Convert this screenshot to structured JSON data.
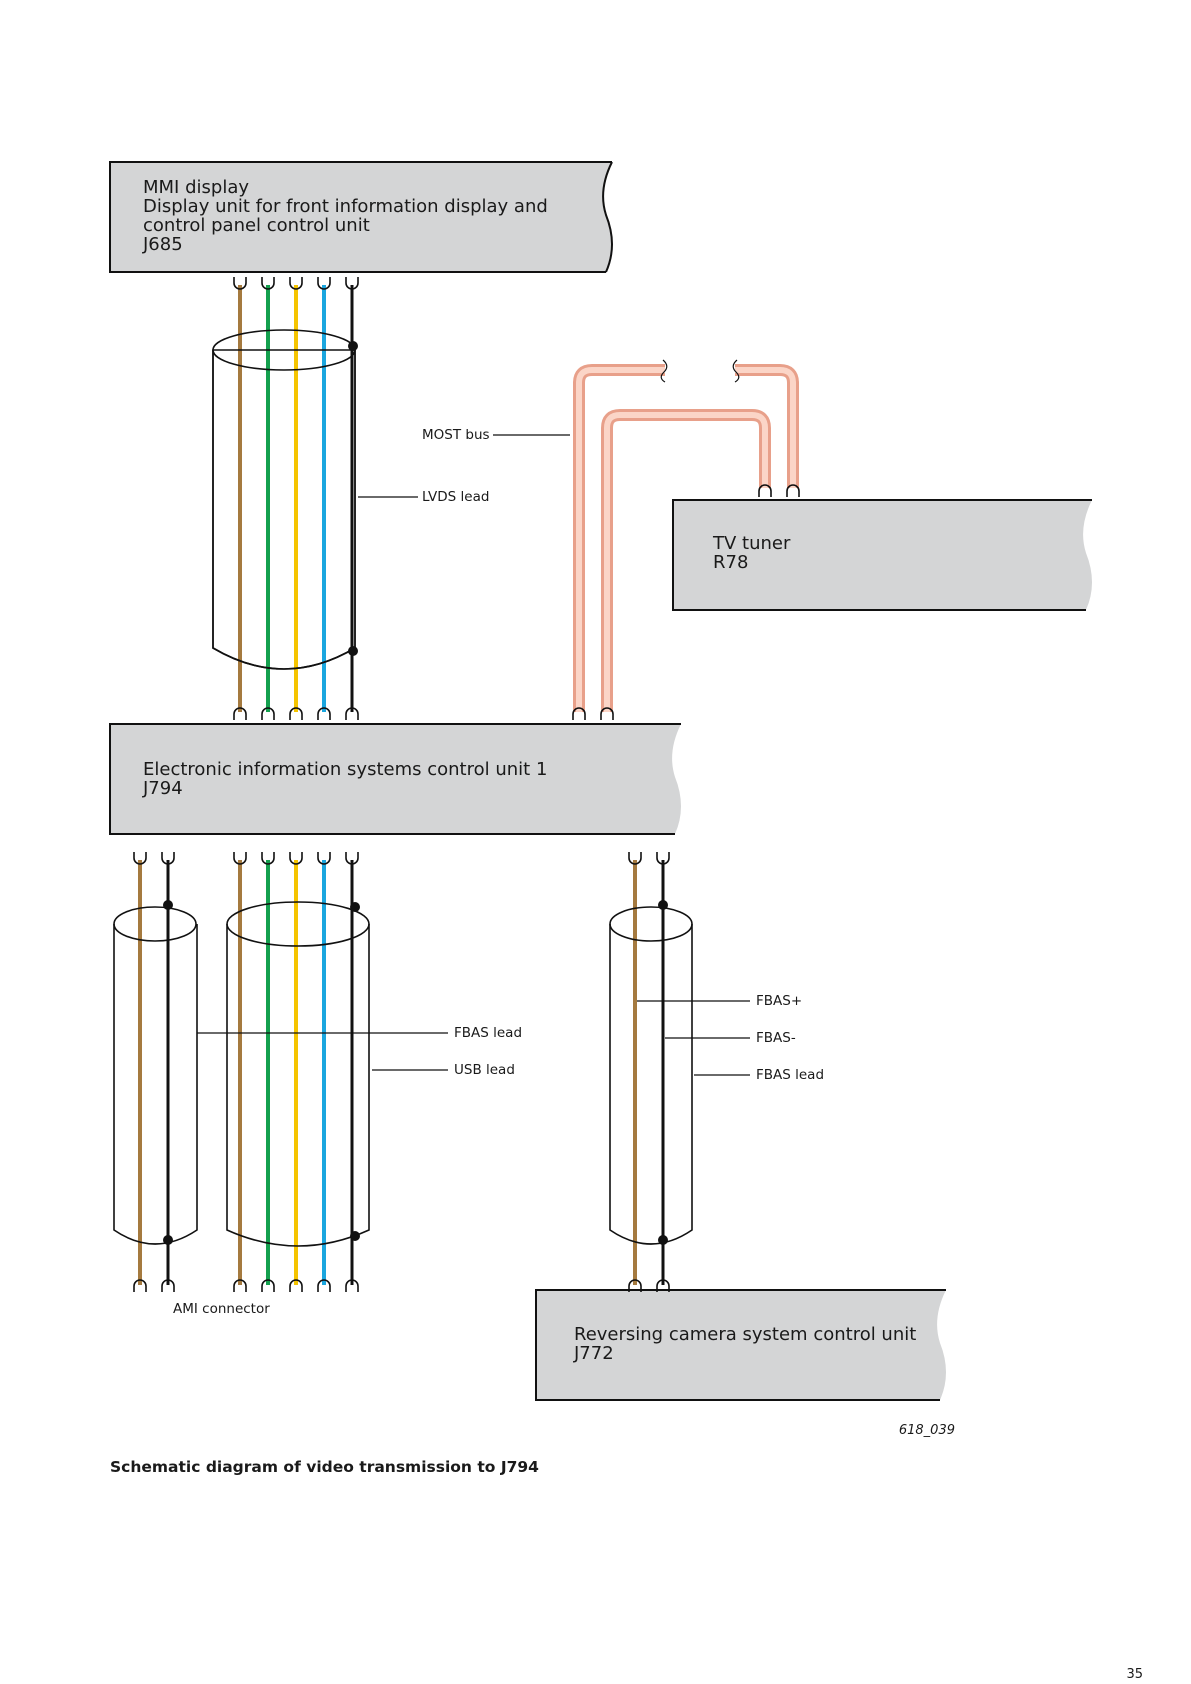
{
  "boxes": {
    "mmi": {
      "lines": [
        "MMI display",
        "Display unit for front information display and",
        "control panel control unit",
        "J685"
      ]
    },
    "j794": {
      "lines": [
        "Electronic information systems control unit 1",
        "J794"
      ]
    },
    "tv": {
      "lines": [
        "TV tuner",
        "R78"
      ]
    },
    "camera": {
      "lines": [
        "Reversing camera system control unit",
        "J772"
      ]
    }
  },
  "labels": {
    "most_bus": "MOST bus",
    "lvds_lead": "LVDS lead",
    "fbas_lead_left": "FBAS lead",
    "usb_lead": "USB lead",
    "fbas_plus": "FBAS+",
    "fbas_minus": "FBAS-",
    "fbas_lead_right": "FBAS lead",
    "ami_connector": "AMI connector"
  },
  "figure_id": "618_039",
  "caption": "Schematic diagram of video transmission to J794",
  "page_number": "35",
  "colors": {
    "wire_brown": "#a57a3f",
    "wire_green": "#14a04e",
    "wire_yellow": "#f5c400",
    "wire_blue": "#1aa6df",
    "wire_black": "#111111",
    "most_outer": "#e8a08a",
    "most_inner": "#fbd5c7",
    "box_fill": "#d4d5d6"
  }
}
